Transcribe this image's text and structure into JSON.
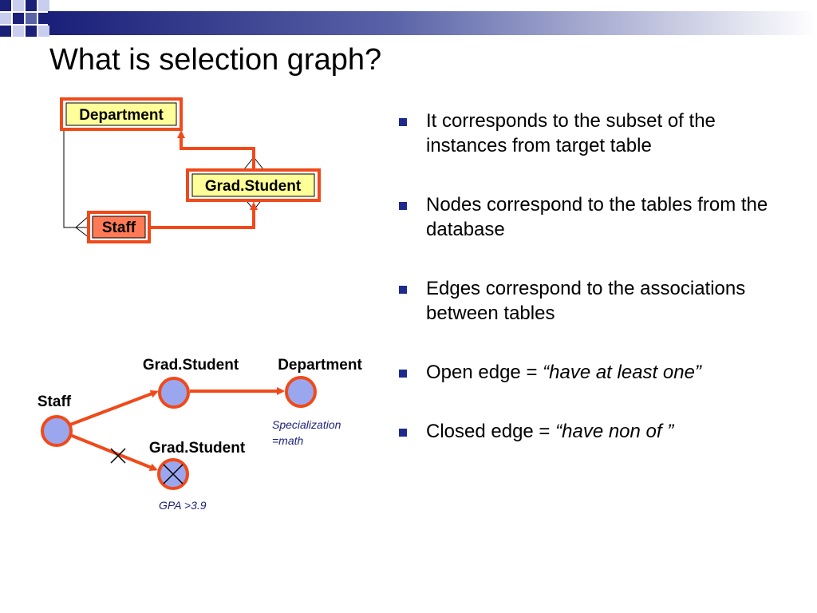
{
  "slide": {
    "title": "What is selection graph?"
  },
  "colors": {
    "accent_edge": "#f04a1a",
    "node_fill": "#9aa7ee",
    "table_fill": "#ffff99",
    "staff_fill": "#ff7a55",
    "bullet": "#1e2a8c",
    "banner_dark": "#1a1f78"
  },
  "upper_diagram": {
    "department": "Department",
    "grad_student": "Grad.Student",
    "staff": "Staff"
  },
  "lower_diagram": {
    "staff": "Staff",
    "grad_student_top": "Grad.Student",
    "department": "Department",
    "grad_student_bottom": "Grad.Student",
    "department_condition_line1": "Specialization",
    "department_condition_line2": "=math",
    "grad_condition": "GPA >3.9"
  },
  "bullets": [
    {
      "text": "It corresponds to the subset of the instances from target table"
    },
    {
      "text": "Nodes correspond to the tables from the database"
    },
    {
      "text": "Edges correspond to the associations between tables"
    },
    {
      "text": "Open edge = ",
      "emph": "“have at least one”"
    },
    {
      "text": "Closed edge = ",
      "emph": "“have non of ”"
    }
  ]
}
